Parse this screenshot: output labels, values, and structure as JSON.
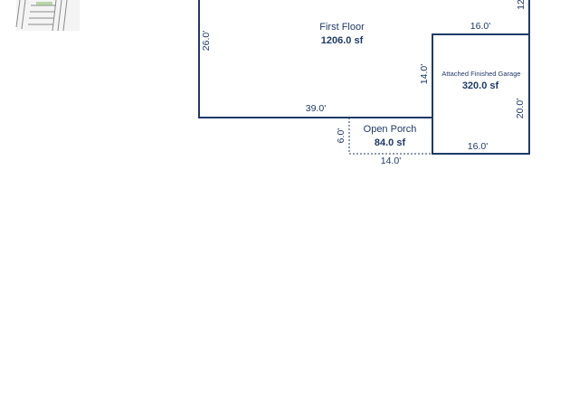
{
  "colors": {
    "wall": "#1f3a68",
    "text": "#1f3a68",
    "thumb_lines": "#8a8a8a",
    "thumb_accent": "#8fbf7a"
  },
  "rooms": {
    "first_floor": {
      "name": "First Floor",
      "area": "1206.0 sf"
    },
    "garage": {
      "name": "Attached Finished Garage",
      "area": "320.0 sf"
    },
    "porch": {
      "name": "Open Porch",
      "area": "84.0 sf"
    }
  },
  "dimensions": {
    "ff_left": "26.0'",
    "ff_bottom": "39.0'",
    "ff_top_right": "16.0'",
    "ff_right_partial": "12",
    "garage_left": "14.0'",
    "garage_right": "20.0'",
    "garage_bottom": "16.0'",
    "porch_left": "6.0'",
    "porch_bottom": "14.0'"
  }
}
